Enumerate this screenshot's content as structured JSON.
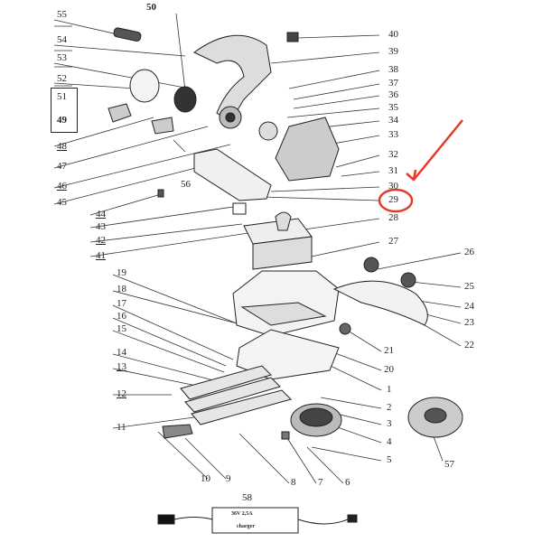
{
  "diagram": {
    "callouts_left": [
      {
        "id": "c55",
        "text": "55"
      },
      {
        "id": "c54",
        "text": "54"
      },
      {
        "id": "c53",
        "text": "53"
      },
      {
        "id": "c52",
        "text": "52"
      },
      {
        "id": "c51",
        "text": "51"
      },
      {
        "id": "c49",
        "text": "49"
      },
      {
        "id": "c48",
        "text": "48"
      },
      {
        "id": "c47",
        "text": "47"
      },
      {
        "id": "c46",
        "text": "46"
      },
      {
        "id": "c45",
        "text": "45"
      },
      {
        "id": "c44",
        "text": "44"
      },
      {
        "id": "c43",
        "text": "43"
      },
      {
        "id": "c42",
        "text": "42"
      },
      {
        "id": "c41",
        "text": "41"
      },
      {
        "id": "c19",
        "text": "19"
      },
      {
        "id": "c18",
        "text": "18"
      },
      {
        "id": "c17",
        "text": "17"
      },
      {
        "id": "c16",
        "text": "16"
      },
      {
        "id": "c15",
        "text": "15"
      },
      {
        "id": "c14",
        "text": "14"
      },
      {
        "id": "c13",
        "text": "13"
      },
      {
        "id": "c12",
        "text": "12"
      },
      {
        "id": "c11",
        "text": "11"
      }
    ],
    "callouts_right": [
      {
        "id": "c40",
        "text": "40"
      },
      {
        "id": "c39",
        "text": "39"
      },
      {
        "id": "c38",
        "text": "38"
      },
      {
        "id": "c37",
        "text": "37"
      },
      {
        "id": "c36",
        "text": "36"
      },
      {
        "id": "c35",
        "text": "35"
      },
      {
        "id": "c34",
        "text": "34"
      },
      {
        "id": "c33",
        "text": "33"
      },
      {
        "id": "c32",
        "text": "32"
      },
      {
        "id": "c31",
        "text": "31"
      },
      {
        "id": "c30",
        "text": "30"
      },
      {
        "id": "c29",
        "text": "29"
      },
      {
        "id": "c28",
        "text": "28"
      },
      {
        "id": "c27",
        "text": "27"
      },
      {
        "id": "c26",
        "text": "26"
      },
      {
        "id": "c25",
        "text": "25"
      },
      {
        "id": "c24",
        "text": "24"
      },
      {
        "id": "c23",
        "text": "23"
      },
      {
        "id": "c22",
        "text": "22"
      },
      {
        "id": "c21",
        "text": "21"
      },
      {
        "id": "c20",
        "text": "20"
      },
      {
        "id": "c1",
        "text": "1"
      },
      {
        "id": "c2",
        "text": "2"
      },
      {
        "id": "c3",
        "text": "3"
      },
      {
        "id": "c4",
        "text": "4"
      },
      {
        "id": "c5",
        "text": "5"
      },
      {
        "id": "c6",
        "text": "6"
      },
      {
        "id": "c7",
        "text": "7"
      },
      {
        "id": "c8",
        "text": "8"
      },
      {
        "id": "c9",
        "text": "9"
      },
      {
        "id": "c10",
        "text": "10"
      }
    ],
    "callouts_other": [
      {
        "id": "c50",
        "text": "50"
      },
      {
        "id": "c56",
        "text": "56"
      },
      {
        "id": "c57",
        "text": "57"
      },
      {
        "id": "c58",
        "text": "58"
      }
    ],
    "charger": {
      "rating": "36V 2,5A",
      "name": "charger"
    },
    "highlight": {
      "target": "29",
      "color": "#e53a2a"
    }
  }
}
